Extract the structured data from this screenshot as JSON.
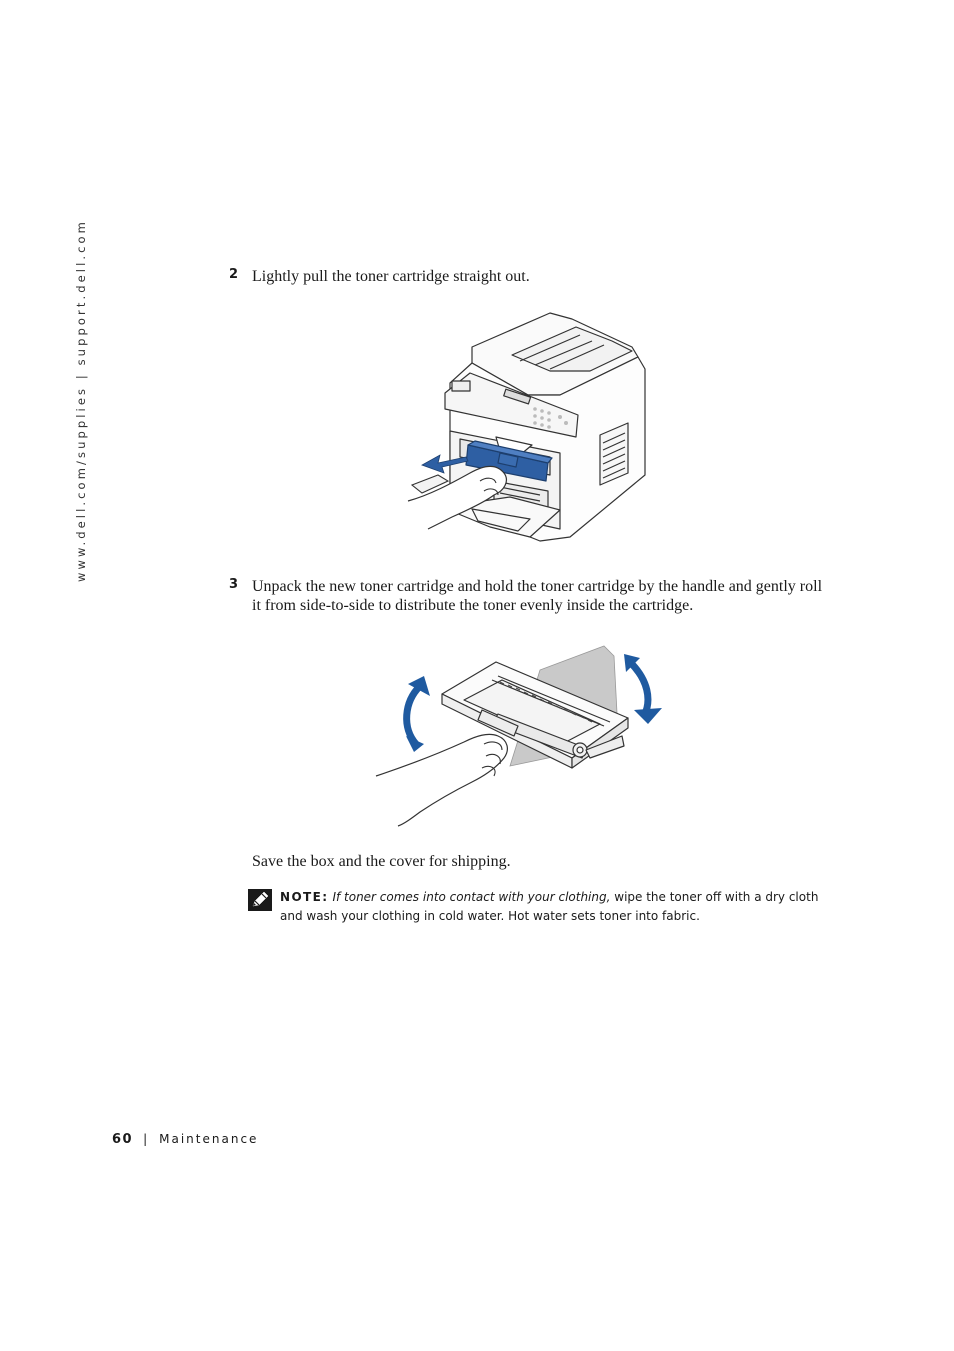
{
  "sidebar": {
    "url": "www.dell.com/supplies | support.dell.com"
  },
  "steps": [
    {
      "number": "2",
      "text": "Lightly pull the toner cartridge straight out."
    },
    {
      "number": "3",
      "text": "Unpack the new toner cartridge and hold the toner cartridge by the handle and gently roll it from side-to-side to distribute the toner evenly inside the cartridge."
    }
  ],
  "save_text": "Save the box and the cover for shipping.",
  "note": {
    "label": "NOTE:",
    "italic": "If toner comes into contact with your clothing,",
    "body": " wipe the toner off with a dry cloth and wash your clothing in cold water. Hot water sets toner into fabric."
  },
  "footer": {
    "page_number": "60",
    "separator": "|",
    "section": "Maintenance"
  },
  "colors": {
    "accent": "#2e5fa3",
    "arrow": "#1f5aa0"
  }
}
